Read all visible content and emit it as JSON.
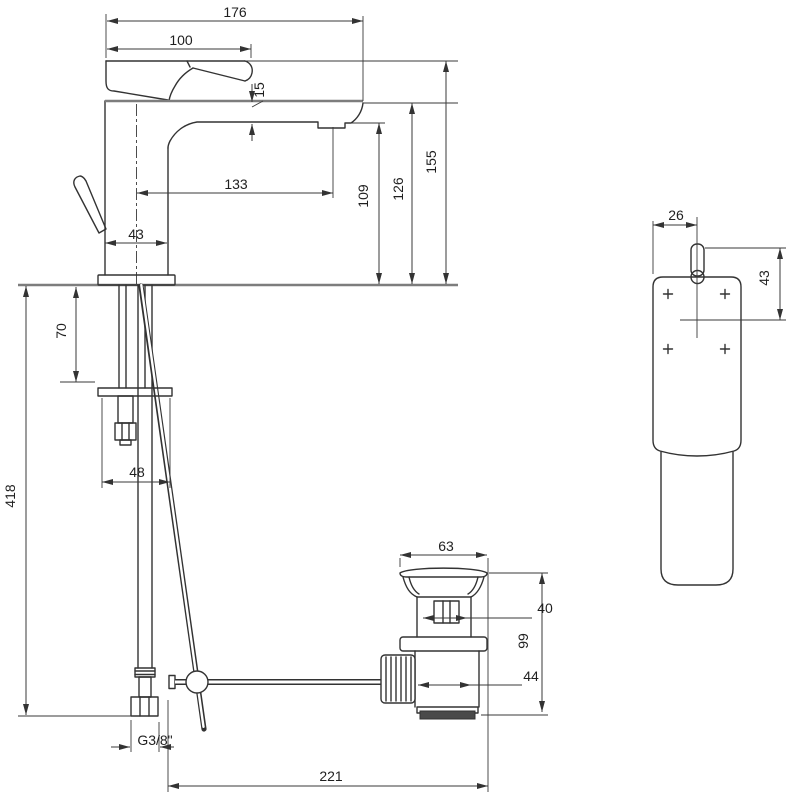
{
  "drawing": {
    "subject": "basin-mixer-technical-drawing",
    "colors": {
      "background": "#ffffff",
      "line": "#333333",
      "dimension_line": "#3a3a3a",
      "emphasis_line": "#7d7d7d"
    },
    "dimensions": {
      "overall_depth": "176",
      "handle_depth": "100",
      "spout_tip_height": "15",
      "aerator_offset": "133",
      "aerator_height": "109",
      "spout_height": "126",
      "total_height": "155",
      "body_width": "43",
      "deck_thickness_max": "70",
      "hose_drop": "418",
      "shank_width": "48",
      "hose_thread": "G3/8\"",
      "waste_offset": "221",
      "waste_cap_diameter": "63",
      "waste_upper_diameter": "40",
      "waste_lower_diameter": "44",
      "waste_height": "99",
      "top_handle_offset": "26",
      "top_handle_span": "43"
    }
  }
}
